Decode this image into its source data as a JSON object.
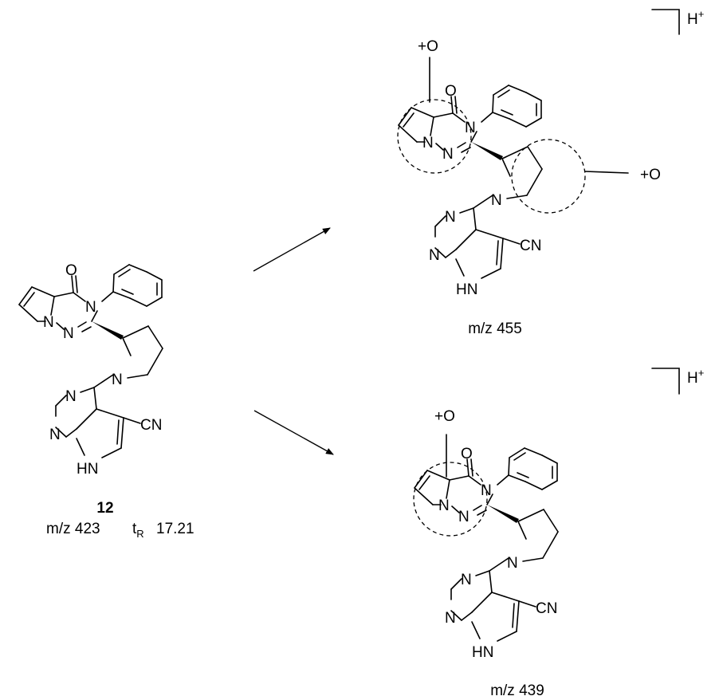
{
  "compound_12": {
    "number": "12",
    "mz": "m/z 423",
    "tr_t": "t",
    "tr_sub": "R",
    "tr_value": "17.21",
    "atoms": {
      "O": "O",
      "N3": "N",
      "N_bridge": "N",
      "N_ring": "N",
      "N_pyrrolidine": "N",
      "N_pyr1": "N",
      "N_pyr2": "N",
      "NH": "HN",
      "CN": "CN"
    }
  },
  "metabolite_455": {
    "mz": "m/z 455",
    "proton": "H",
    "proton_sup": "+",
    "ox_left": "+O",
    "ox_right": "+O",
    "atoms": {
      "O": "O",
      "N3": "N",
      "N_bridge": "N",
      "N_ring": "N",
      "N_pyrrolidine": "N",
      "N_pyr1": "N",
      "N_pyr2": "N",
      "NH": "HN",
      "CN": "CN"
    }
  },
  "metabolite_439": {
    "mz": "m/z 439",
    "proton": "H",
    "proton_sup": "+",
    "ox_left": "+O",
    "atoms": {
      "O": "O",
      "N3": "N",
      "N_bridge": "N",
      "N_ring": "N",
      "N_pyrrolidine": "N",
      "N_pyr1": "N",
      "N_pyr2": "N",
      "NH": "HN",
      "CN": "CN"
    }
  }
}
